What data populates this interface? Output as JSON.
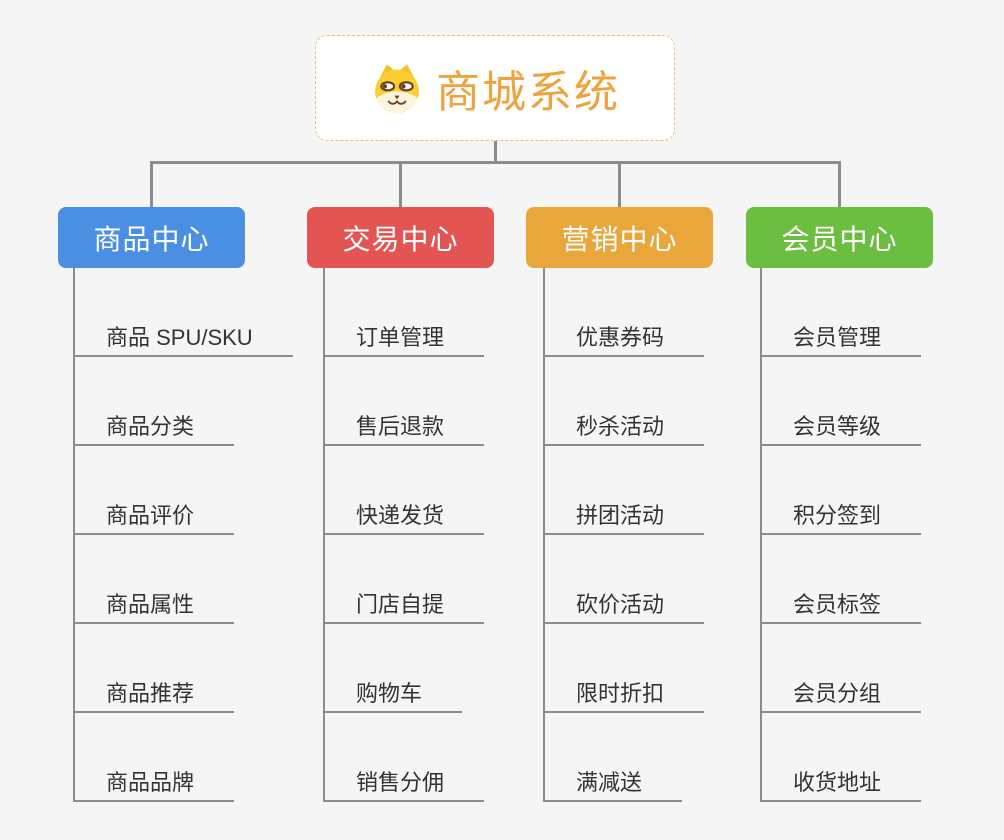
{
  "root": {
    "title": "商城系统",
    "icon": "dog-face-icon"
  },
  "branches": [
    {
      "label": "商品中心",
      "color": "#4A8FE2",
      "items": [
        "商品 SPU/SKU",
        "商品分类",
        "商品评价",
        "商品属性",
        "商品推荐",
        "商品品牌"
      ]
    },
    {
      "label": "交易中心",
      "color": "#E25552",
      "items": [
        "订单管理",
        "售后退款",
        "快递发货",
        "门店自提",
        "购物车",
        "销售分佣"
      ]
    },
    {
      "label": "营销中心",
      "color": "#E9A63B",
      "items": [
        "优惠券码",
        "秒杀活动",
        "拼团活动",
        "砍价活动",
        "限时折扣",
        "满减送"
      ]
    },
    {
      "label": "会员中心",
      "color": "#6CBE40",
      "items": [
        "会员管理",
        "会员等级",
        "积分签到",
        "会员标签",
        "会员分组",
        "收货地址"
      ]
    }
  ],
  "colors": {
    "background": "#F5F5F5",
    "connector": "#8C8C8C",
    "item_text": "#333333",
    "root_accent": "#EFA33C",
    "root_border": "#F0BE6B",
    "root_background": "#FFFFFF"
  }
}
